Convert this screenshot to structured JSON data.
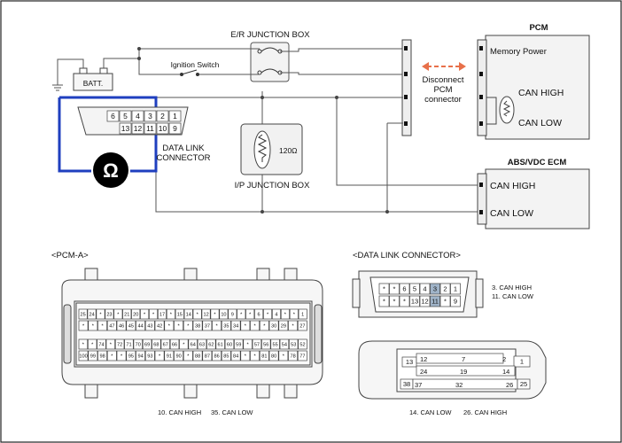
{
  "top": {
    "er_junction_box": "E/R JUNCTION BOX",
    "pcm_title": "PCM",
    "memory_power": "Memory Power",
    "can_high": "CAN HIGH",
    "can_low": "CAN LOW",
    "batt": "BATT.",
    "ignition_switch": "Ignition Switch",
    "disconnect_line1": "Disconnect",
    "disconnect_line2": "PCM",
    "disconnect_line3": "connector",
    "abs_title": "ABS/VDC ECM",
    "abs_can_high": "CAN HIGH",
    "abs_can_low": "CAN LOW",
    "resistor_value": "120Ω",
    "ip_junction_box": "I/P JUNCTION BOX",
    "dlc_line1": "DATA LINK",
    "dlc_line2": "CONNECTOR",
    "ohm_symbol": "Ω",
    "dlc_top_pins": [
      "6",
      "5",
      "4",
      "3",
      "2",
      "1"
    ],
    "dlc_bottom_pins": [
      "13",
      "12",
      "11",
      "10",
      "9"
    ]
  },
  "pcm_a": {
    "title": "<PCM-A>",
    "note_high": "10. CAN HIGH",
    "note_low": "35. CAN LOW",
    "row1": [
      "25",
      "24",
      "*",
      "23",
      "*",
      "21",
      "20",
      "*",
      "*",
      "17",
      "*",
      "15",
      "14",
      "*",
      "12",
      "*",
      "10",
      "9",
      "*",
      "*",
      "6",
      "*",
      "4",
      "*",
      "*",
      "1"
    ],
    "row2": [
      "*",
      "*",
      "*",
      "47",
      "46",
      "45",
      "44",
      "43",
      "42",
      "*",
      "*",
      "*",
      "38",
      "37",
      "*",
      "35",
      "34",
      "*",
      "*",
      "*",
      "30",
      "29",
      "*",
      "27"
    ],
    "row3": [
      "*",
      "*",
      "74",
      "*",
      "72",
      "71",
      "70",
      "69",
      "68",
      "67",
      "66",
      "*",
      "64",
      "63",
      "62",
      "61",
      "60",
      "59",
      "*",
      "57",
      "56",
      "55",
      "54",
      "53",
      "52"
    ],
    "row4": [
      "100",
      "99",
      "98",
      "*",
      "*",
      "95",
      "94",
      "93",
      "*",
      "91",
      "90",
      "*",
      "88",
      "87",
      "86",
      "85",
      "84",
      "*",
      "*",
      "81",
      "80",
      "*",
      "78",
      "77"
    ]
  },
  "dlc": {
    "title": "<DATA LINK CONNECTOR>",
    "top_pins": [
      "*",
      "*",
      "6",
      "5",
      "4",
      "3",
      "2",
      "1"
    ],
    "bottom_pins": [
      "*",
      "*",
      "*",
      "13",
      "12",
      "11",
      "*",
      "9"
    ],
    "note1": "3. CAN HIGH",
    "note2": "11. CAN LOW"
  },
  "abs_conn": {
    "row1": [
      "13",
      "12",
      "7",
      "2",
      "1"
    ],
    "row2": [
      "24",
      "19",
      "14"
    ],
    "row3": [
      "38",
      "37",
      "32",
      "26",
      "25"
    ],
    "note_low": "14. CAN LOW",
    "note_high": "26. CAN HIGH"
  },
  "colors": {
    "wire": "#555555",
    "highlight_wire": "#1f3fbf",
    "arrow": "#e8704a",
    "box_fill": "#f1f1f1",
    "pin_highlight": "#9fb3c8"
  }
}
